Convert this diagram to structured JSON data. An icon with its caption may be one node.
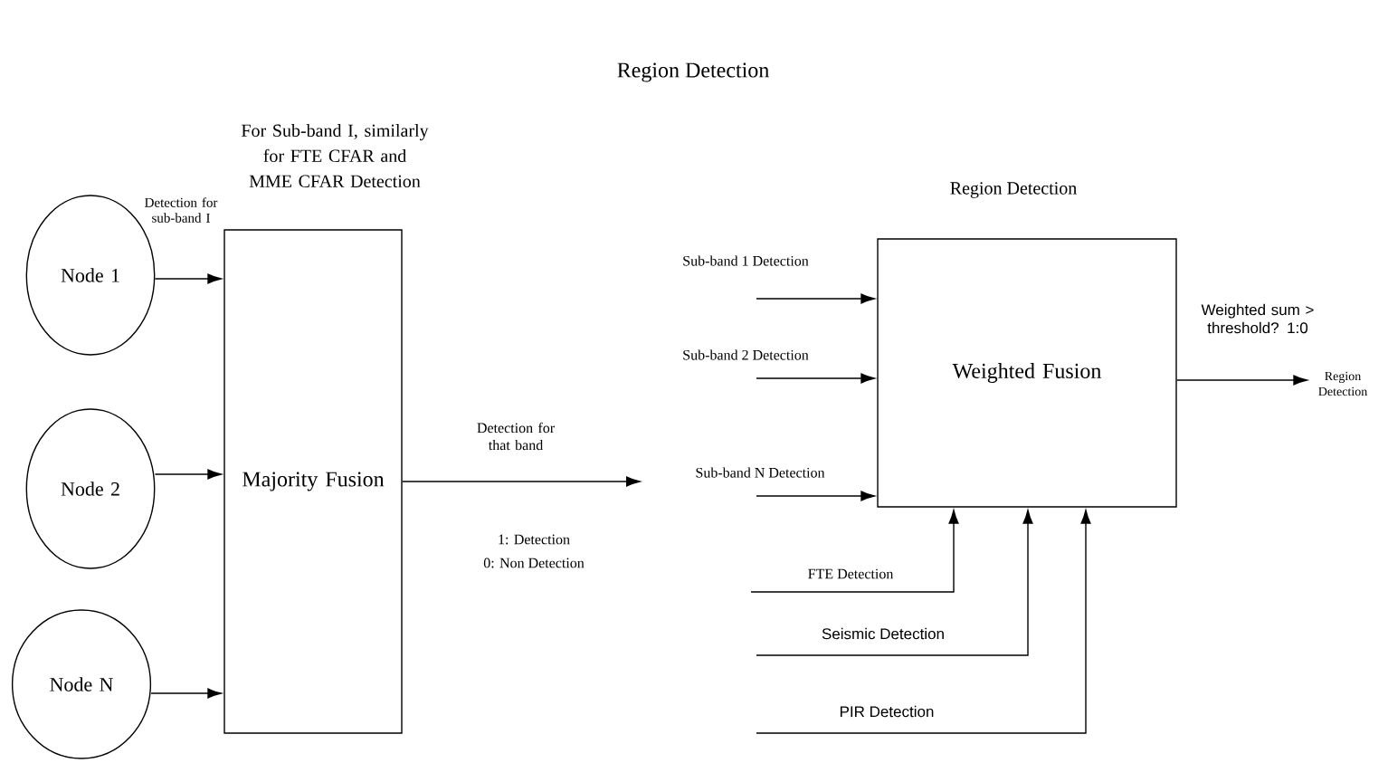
{
  "diagram": {
    "title": "Region Detection",
    "nodes": [
      {
        "text": [
          "Node 1"
        ]
      },
      {
        "text": [
          "Node 2"
        ]
      },
      {
        "text": [
          "Node N"
        ]
      },
      {
        "text": [
          "Majority Fusion"
        ]
      },
      {
        "text": [
          "Weighted Fusion"
        ]
      },
      {
        "text": [
          "Region Detection"
        ]
      }
    ],
    "edges": [
      {
        "from": 0,
        "to": 3,
        "arrow": "to",
        "label": "Detection for sub-band I"
      },
      {
        "from": 1,
        "to": 3,
        "arrow": "to"
      },
      {
        "from": 2,
        "to": 3,
        "arrow": "to"
      },
      {
        "from": 3,
        "to": null,
        "arrow": "to",
        "label": "Detection for that band"
      },
      {
        "from": null,
        "to": 4,
        "arrow": "to",
        "label": "Sub-band 1 Detection"
      },
      {
        "from": null,
        "to": 4,
        "arrow": "to",
        "label": "Sub-band 2 Detection"
      },
      {
        "from": null,
        "to": 4,
        "arrow": "to",
        "label": "Sub-band N Detection"
      },
      {
        "from": null,
        "to": 4,
        "arrow": "to",
        "label": "FTE  Detection"
      },
      {
        "from": null,
        "to": 4,
        "arrow": "to",
        "label": "Seismic Detection"
      },
      {
        "from": null,
        "to": 4,
        "arrow": "to",
        "label": "PIR Detection"
      },
      {
        "from": 4,
        "to": 5,
        "arrow": "to",
        "label": "Weighted sum > threshold? 1:0"
      }
    ],
    "labels": [
      "For Sub-band I, similarly for FTE CFAR and MME CFAR Detection",
      "1: Detection",
      "0: Non Detection",
      "Region Detection"
    ]
  }
}
